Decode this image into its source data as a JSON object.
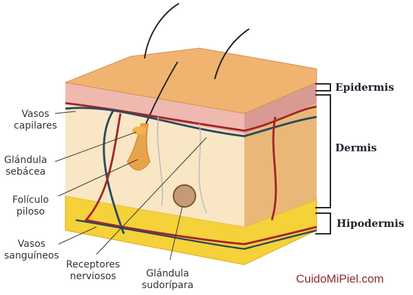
{
  "labels": {
    "vasos_capilares": [
      "Vasos",
      "capilares"
    ],
    "glandula_sebacea": [
      "Glándula",
      "sebácea"
    ],
    "foliculo_piloso": [
      "Folículo",
      "piloso"
    ],
    "vasos_sanguineos": [
      "Vasos",
      "sanguíneos"
    ],
    "receptores_nerviosos": [
      "Receptores",
      "nerviosos"
    ],
    "glandula_sudoripara": [
      "Glándula",
      "sudorípara"
    ]
  },
  "layers": {
    "epidermis": "Epidermis",
    "dermis": "Dermis",
    "hipodermis": "Hipodermis"
  },
  "credit": "CuidoMiPiel.com",
  "colors": {
    "skin_top": "#f0b470",
    "dermis": "#f7dcae",
    "fat": "#f5d13a",
    "artery": "#a3262a",
    "vein": "#2c4a60",
    "credit": "#8b2a2a"
  }
}
